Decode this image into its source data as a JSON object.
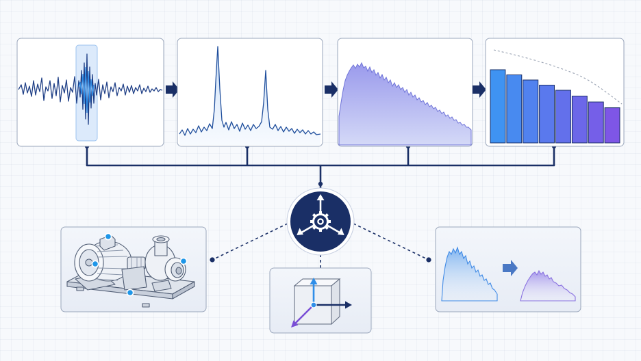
{
  "colors": {
    "navy": "#1a2f66",
    "signal_blue": "#1f4e9c",
    "highlight_blue": "#2f8ee8",
    "bar_gradient_start": "#3f93f2",
    "bar_gradient_end": "#7e56e6",
    "area_purple": "#a9a6ee",
    "sensor_dot": "#1e96e8",
    "axis_purple": "#7a4fd6"
  },
  "stages": [
    {
      "name": "raw-vibration-waveform",
      "icon": "waveform-icon"
    },
    {
      "name": "frequency-spectrum",
      "icon": "spectrum-peaks-icon"
    },
    {
      "name": "spectral-envelope",
      "icon": "area-envelope-icon"
    },
    {
      "name": "band-energy-bars",
      "icon": "bar-chart-icon"
    }
  ],
  "band_bars": [
    1.0,
    0.93,
    0.86,
    0.79,
    0.72,
    0.64,
    0.56,
    0.48
  ],
  "hub": {
    "icon": "gear-with-arrows-icon"
  },
  "context_panels": [
    {
      "name": "pump-motor-assembly",
      "icon": "pump-motor-icon",
      "sensor_points": 4
    },
    {
      "name": "triaxial-axes-cube",
      "icon": "xyz-axes-cube-icon"
    },
    {
      "name": "domain-shift-distributions",
      "icon": "distribution-shift-icon"
    }
  ]
}
